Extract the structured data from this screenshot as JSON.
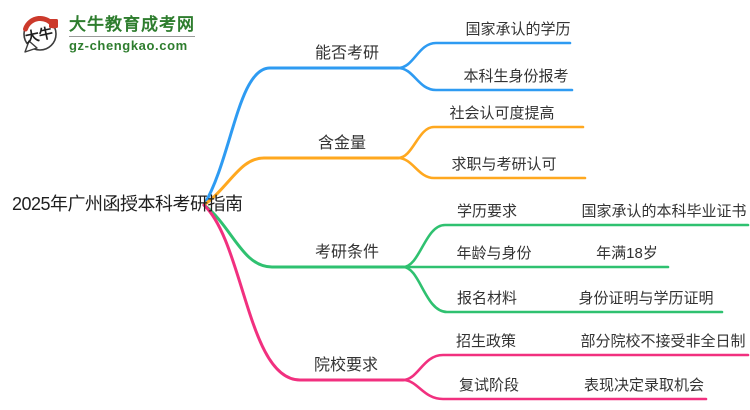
{
  "logo": {
    "icon_text": "大牛",
    "name": "大牛教育成考网",
    "domain": "gz-chengkao.com"
  },
  "colors": {
    "text": "#333333",
    "blue": "#2e9bf2",
    "orange": "#ffa81f",
    "green": "#2fc170",
    "pink": "#f1307f",
    "logo_green": "#2e7d2e",
    "logo_red": "#cc3a2c",
    "logo_outline": "#3c3c3c"
  },
  "mindmap": {
    "root": "2025年广州函授本科考研指南",
    "branches": [
      {
        "label": "能否考研",
        "color": "#2e9bf2",
        "children": [
          {
            "label": "国家承认的学历"
          },
          {
            "label": "本科生身份报考"
          }
        ]
      },
      {
        "label": "含金量",
        "color": "#ffa81f",
        "children": [
          {
            "label": "社会认可度提高"
          },
          {
            "label": "求职与考研认可"
          }
        ]
      },
      {
        "label": "考研条件",
        "color": "#2fc170",
        "children": [
          {
            "label": "学历要求",
            "detail": "国家承认的本科毕业证书"
          },
          {
            "label": "年龄与身份",
            "detail": "年满18岁"
          },
          {
            "label": "报名材料",
            "detail": "身份证明与学历证明"
          }
        ]
      },
      {
        "label": "院校要求",
        "color": "#f1307f",
        "children": [
          {
            "label": "招生政策",
            "detail": "部分院校不接受非全日制"
          },
          {
            "label": "复试阶段",
            "detail": "表现决定录取机会"
          }
        ]
      }
    ]
  }
}
